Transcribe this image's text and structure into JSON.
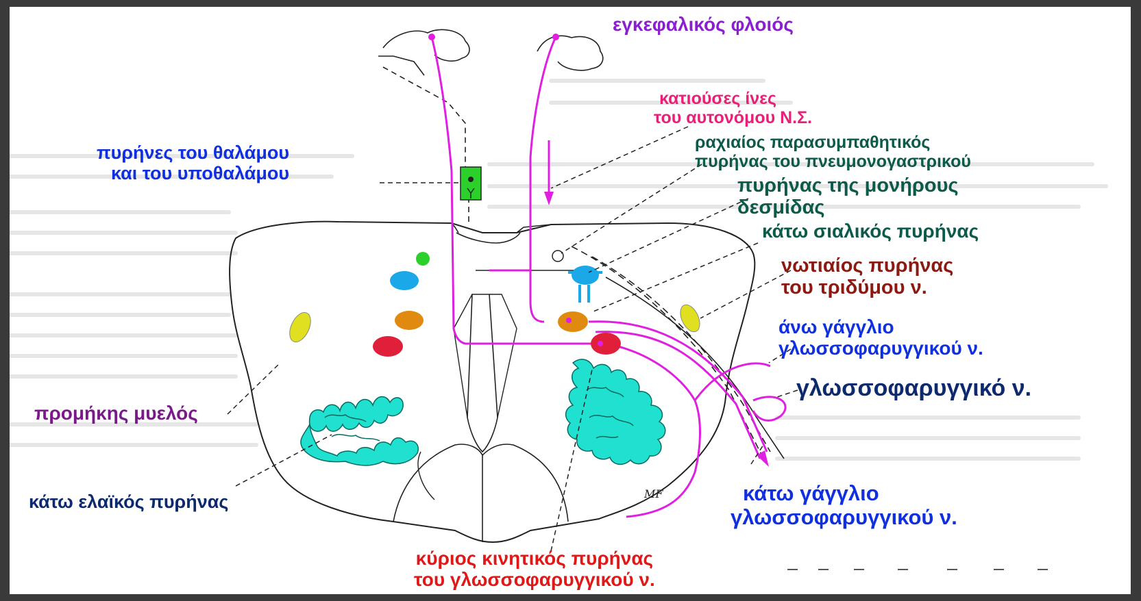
{
  "labels": {
    "cortex": "εγκεφαλικός φλοιός",
    "descending_fibers": [
      "κατιούσες ίνες",
      "του αυτονόμου Ν.Σ."
    ],
    "thalamus_nuclei": [
      "πυρήνες του θαλάμου",
      "και του υποθαλάμου"
    ],
    "parasympathetic_nucleus": [
      "ραχιαίος παρασυμπαθητικός",
      "πυρήνας του πνευμονογαστρικού"
    ],
    "solitary_nucleus": [
      "πυρήνας της μονήρους",
      "δεσμίδας"
    ],
    "salivatory_nucleus": "κάτω σιαλικός πυρήνας",
    "trigeminal_nucleus": [
      "νωτιαίος πυρήνας",
      "του τριδύμου ν."
    ],
    "superior_ganglion": [
      "άνω γάγγλιο",
      "γλωσσοφαρυγγικού ν."
    ],
    "glossopharyngeal_nerve": "γλωσσοφαρυγγικό ν.",
    "medulla": "προμήκης μυελός",
    "olivary_nucleus": "κάτω ελαϊκός πυρήνας",
    "inferior_ganglion": [
      "κάτω γάγγλιο",
      "γλωσσοφαρυγγικού ν."
    ],
    "motor_nucleus": [
      "κύριος κινητικός πυρήνας",
      "του γλωσσοφαρυγγικού ν."
    ],
    "artist_signature": "MF"
  },
  "colors": {
    "magenta": "#e020e0",
    "pink": "#e8207a",
    "purple": "#8a1fd0",
    "teal": "#0b5a4a",
    "blue": "#1030e0",
    "navy": "#0d2a6e",
    "darkred": "#8b1a12",
    "red": "#e01818",
    "cyan_nucleus": "#20e0d0",
    "green_box": "#2bd02b"
  }
}
